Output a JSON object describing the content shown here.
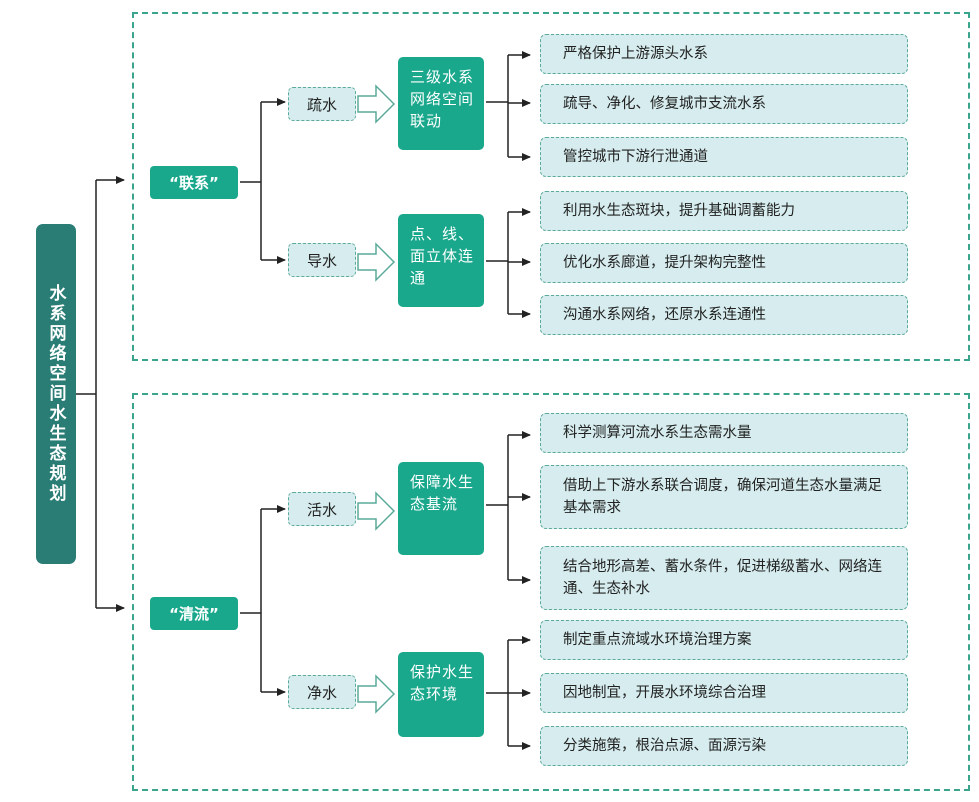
{
  "root": {
    "label": "水系网络空间水生态规划"
  },
  "branches": [
    {
      "label": "“联系”",
      "groups": [
        {
          "label": "疏水",
          "target": "三级水系网络空间联动",
          "leaves": [
            "严格保护上游源头水系",
            "疏导、净化、修复城市支流水系",
            "管控城市下游行泄通道"
          ]
        },
        {
          "label": "导水",
          "target": "点、线、面立体连通",
          "leaves": [
            "利用水生态斑块，提升基础调蓄能力",
            "优化水系廊道，提升架构完整性",
            "沟通水系网络，还原水系连通性"
          ]
        }
      ]
    },
    {
      "label": "“清流”",
      "groups": [
        {
          "label": "活水",
          "target": "保障水生态基流",
          "leaves": [
            "科学测算河流水系生态需水量",
            "借助上下游水系联合调度，确保河道生态水量满足基本需求",
            "结合地形高差、蓄水条件，促进梯级蓄水、网络连通、生态补水"
          ]
        },
        {
          "label": "净水",
          "target": "保护水生态环境",
          "leaves": [
            "制定重点流域水环境治理方案",
            "因地制宜，开展水环境综合治理",
            "分类施策，根治点源、面源污染"
          ]
        }
      ]
    }
  ],
  "colors": {
    "dark_teal": "#2a7d75",
    "teal": "#1aa88d",
    "light": "#d6ecee",
    "dash": "#3aa58c"
  }
}
